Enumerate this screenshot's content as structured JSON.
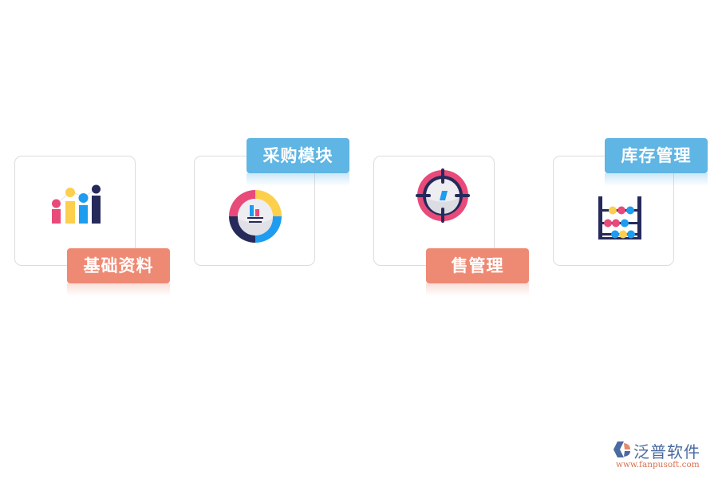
{
  "modules": [
    {
      "label": "基础资料",
      "icon": "bar-chart-dots-icon",
      "label_color": "#ee8a74"
    },
    {
      "label": "采购模块",
      "icon": "donut-chart-icon",
      "label_color": "#5fb5e3"
    },
    {
      "label": "售管理",
      "icon": "target-compass-icon",
      "label_color": "#ee8a74"
    },
    {
      "label": "库存管理",
      "icon": "abacus-icon",
      "label_color": "#5fb5e3"
    }
  ],
  "colors": {
    "pink": "#e84a7a",
    "yellow": "#fccf4d",
    "blue": "#1e9cf0",
    "navy": "#262a5a",
    "orange_label": "#ee8a74",
    "blue_label": "#5fb5e3"
  },
  "brand": {
    "name": "泛普软件",
    "url": "www.fanpusoft.com"
  }
}
